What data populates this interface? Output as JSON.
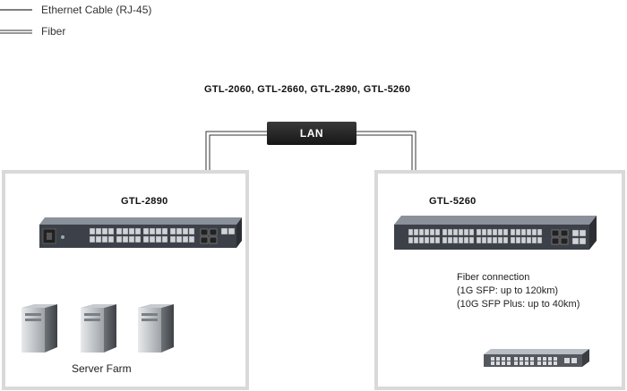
{
  "legend": {
    "ethernet_label": "Ethernet Cable (RJ-45)",
    "fiber_label": "Fiber"
  },
  "header": {
    "models": "GTL-2060, GTL-2660, GTL-2890, GTL-5260"
  },
  "lan": {
    "label": "LAN"
  },
  "left_panel": {
    "switch_label": "GTL-2890",
    "farm_label": "Server Farm"
  },
  "right_panel": {
    "switch_label": "GTL-5260",
    "fiber_lines": [
      "Fiber connection",
      "(1G SFP: up to 120km)",
      "(10G SFP Plus: up to 40km)"
    ]
  },
  "colors": {
    "panel_border": "#d9d9d9",
    "switch_body": "#3c4048",
    "lan_box": "#1e1e1e"
  }
}
